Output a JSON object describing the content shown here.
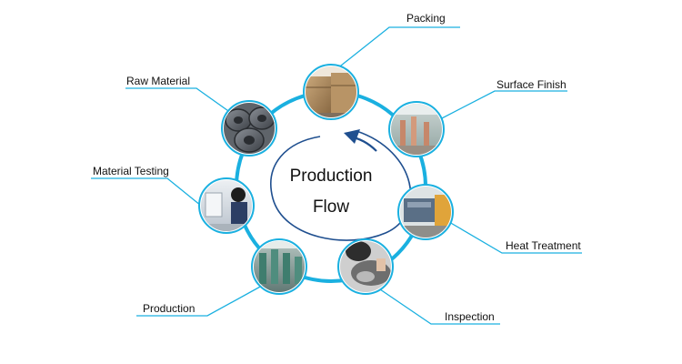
{
  "center": {
    "line1": "Production",
    "line2": "Flow"
  },
  "colors": {
    "ring": "#1ab0e0",
    "leader": "#1ab0e0",
    "arrow": "#1f4f8f",
    "text": "#111111"
  },
  "steps": [
    {
      "label": "Packing",
      "photo": "stacked-cardboard-boxes"
    },
    {
      "label": "Surface Finish",
      "photo": "finishing-workshop"
    },
    {
      "label": "Heat Treatment",
      "photo": "heat-treatment-furnace"
    },
    {
      "label": "Inspection",
      "photo": "inspector-checking-part"
    },
    {
      "label": "Production",
      "photo": "factory-production-floor"
    },
    {
      "label": "Material Testing",
      "photo": "lab-technician-testing"
    },
    {
      "label": "Raw Material",
      "photo": "steel-wire-coils"
    }
  ]
}
